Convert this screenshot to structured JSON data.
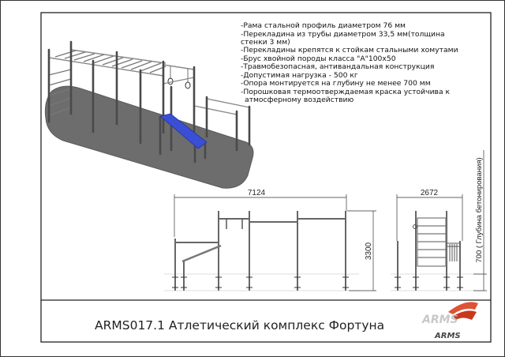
{
  "specs": [
    "-Рама стальной профиль диаметром 76 мм",
    "-Перекладина из трубы диаметром 33,5 мм(толщина",
    "стенки 3 мм)",
    "-Перекладины крепятся к стойкам стальными хомутами",
    "-Брус хвойной породы класса \"А\"100х50",
    "-Травмобезопасная, антивандальная конструкция",
    "-Допустимая нагрузка - 500 кг",
    "-Опора монтируется на глубину не менее 700 мм",
    "-Порошковая термоотверждаемая краска устойчива к",
    "атмосферному воздействию"
  ],
  "dimensions": {
    "length": "7124",
    "height": "3300",
    "width": "2672",
    "depth": "700 ( Глубина бетонирования)"
  },
  "title": "ARMS017.1 Атлетический комплекс Фортуна",
  "logo": {
    "text": "ARMS",
    "accent_color": "#d9401f"
  },
  "colors": {
    "bench": "#3a4fd6",
    "surface": "#6b6b6b"
  }
}
